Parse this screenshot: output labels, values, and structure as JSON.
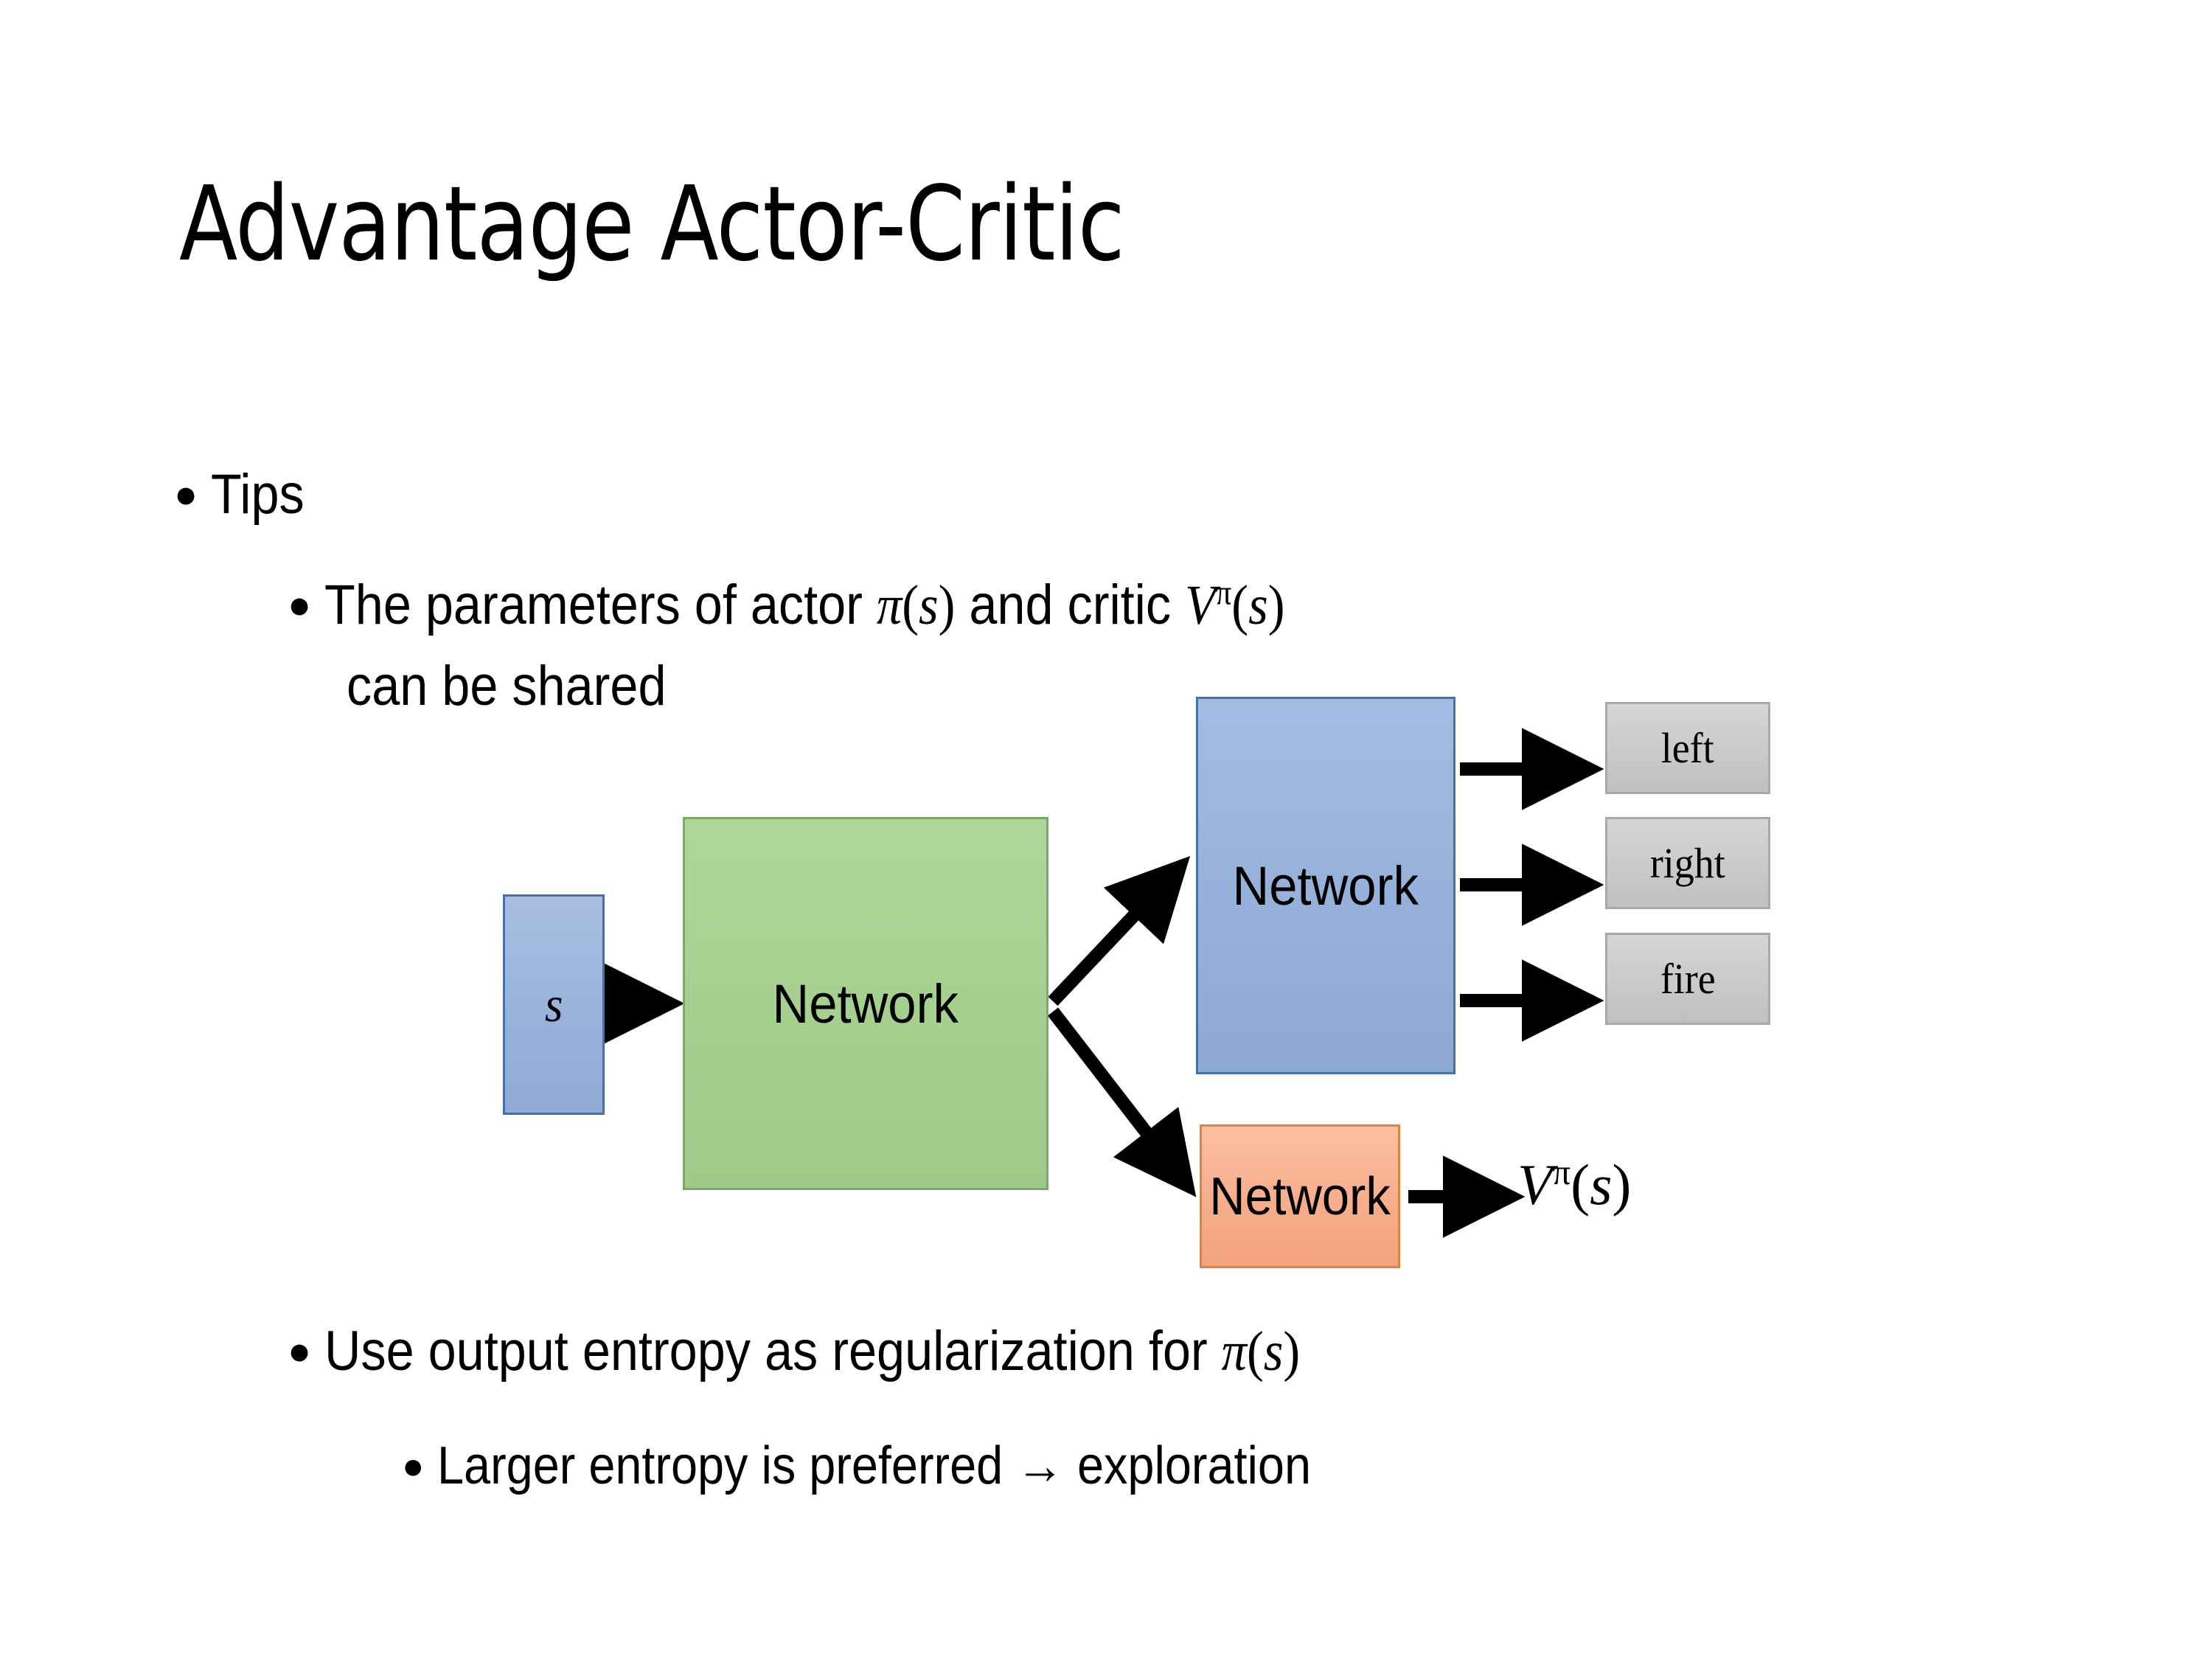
{
  "slide": {
    "title": "Advantage Actor-Critic",
    "background_color": "#FFFFFF",
    "text_color": "#000000"
  },
  "bullets": {
    "tips": "Tips",
    "params_line1_pre": "The parameters of actor ",
    "params_actor_math": "π(s)",
    "params_line1_mid": "  and critic ",
    "params_critic_math": "Vπ(s)",
    "params_line2": "can be shared",
    "entropy_pre": "Use output entropy as regularization for ",
    "entropy_math": "π(s)",
    "larger": "Larger entropy is preferred → exploration"
  },
  "diagram": {
    "input_label": "s",
    "shared_network_label": "Network",
    "actor_network_label": "Network",
    "critic_network_label": "Network",
    "actions": [
      {
        "label": "left"
      },
      {
        "label": "right"
      },
      {
        "label": "fire"
      }
    ],
    "critic_output": "Vπ(s)",
    "colors": {
      "input_fill": "#95B3D7",
      "input_border": "#4371AE",
      "shared_fill": "#A6D08F",
      "shared_border": "#7EA668",
      "actor_fill": "#97B2DA",
      "actor_border": "#4371AE",
      "critic_fill": "#F7AF8D",
      "critic_border": "#E0813F",
      "action_fill": "#C9CBCC",
      "action_border": "#A6A8AA",
      "arrow": "#000000"
    }
  }
}
